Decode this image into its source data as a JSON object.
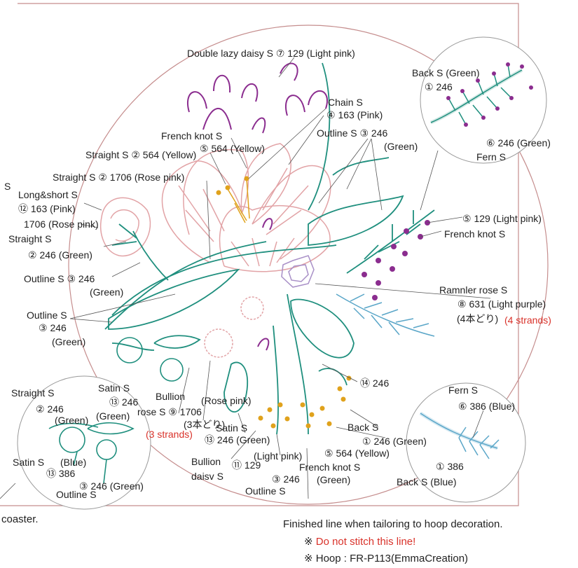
{
  "colors": {
    "green": "#1f8f7e",
    "pink_line": "#e2a3a6",
    "purple": "#8b2d8f",
    "yellow": "#e0a21c",
    "blue": "#5aa6c8",
    "lavender": "#a88fc7",
    "frame": "#c58d8d",
    "warning_red": "#d9322a",
    "leader": "#555555"
  },
  "labels": {
    "double_lazy_daisy": "Double lazy daisy S ⑦ 129  (Light pink)",
    "back_s_top_1": "Back S  (Green)",
    "back_s_top_2": "① 246",
    "chain_s_1": "Chain S",
    "chain_s_2": "④ 163 (Pink)",
    "outline_s_top_1": "Outline S ③ 246",
    "outline_s_top_2": "(Green)",
    "french_knot_top_1": "French knot S",
    "french_knot_top_2": "⑤ 564 (Yellow)",
    "straight_564": "Straight S ② 564 (Yellow)",
    "straight_1706": "Straight S ② 1706 (Rose pink)",
    "left_s": "S",
    "long_short_1": "Long&short S",
    "long_short_2": "⑫ 163   (Pink)",
    "long_short_3": "1706 (Rose pink)",
    "straight_left_1": "Straight S",
    "straight_left_2": "② 246 (Green)",
    "outline_left_1": "Outline S ③ 246",
    "outline_left_2": "(Green)",
    "outline_low_1": "Outline S",
    "outline_low_2": "③ 246",
    "outline_low_3": "(Green)",
    "fern_top_1": "⑥ 246  (Green)",
    "fern_top_2": "Fern S",
    "french_knot_right_1": "⑤ 129  (Light pink)",
    "french_knot_right_2": "French knot S",
    "ramnler_1": "Ramnler rose S",
    "ramnler_2": "⑧ 631  (Light purple)",
    "ramnler_3a": "(4本どり)",
    "ramnler_3b": "(4 strands)",
    "ann_14": "⑭ 246",
    "fern_blue_1": "Fern S",
    "fern_blue_2": "⑥ 386  (Blue)",
    "back_blue_1": "① 386",
    "back_blue_2": "Back S     (Blue)",
    "back_s_mid_1": "Back S",
    "back_s_mid_2": "① 246 (Green)",
    "fk_564_yellow": "⑤ 564 (Yellow)",
    "french_knot_bottom_1": "French knot S",
    "french_knot_bottom_2": "(Green)",
    "light_pink": "(Light pink)",
    "outline_bottom_1": "③ 246",
    "outline_bottom_2": "Outline S",
    "bullion_daisy_1": "Bullion",
    "bullion_daisy_2": "daisv S",
    "bullion_daisy_3": "⑪ 129",
    "satin_mid_1": "Satin S",
    "satin_mid_2": "⑬ 246  (Green)",
    "rose_pink": "(Rose pink)",
    "bullion_rose_1": "Bullion",
    "bullion_rose_2": "rose S ⑨ 1706",
    "bullion_rose_3": "(3本どり)",
    "bullion_rose_4": "(3 strands)",
    "straight_bl_1": "Straight S",
    "straight_bl_2": "② 246",
    "straight_bl_3": "(Green)",
    "satin_bl_1": "Satin S",
    "satin_bl_2": "⑬ 246",
    "satin_bl_3": "(Green)",
    "satin_blue_1": "Satin S",
    "satin_blue_2": "(Blue)",
    "satin_blue_3": "⑬ 386",
    "outline_bl_1": "③ 246 (Green)",
    "outline_bl_2": "Outline S",
    "coaster": "coaster."
  },
  "notes": {
    "finished_line": "Finished line when tailoring to hoop decoration.",
    "do_not_stitch_mark": "※",
    "do_not_stitch": "Do not stitch this line!",
    "hoop": "※ Hoop : FR-P113(EmmaCreation)"
  }
}
